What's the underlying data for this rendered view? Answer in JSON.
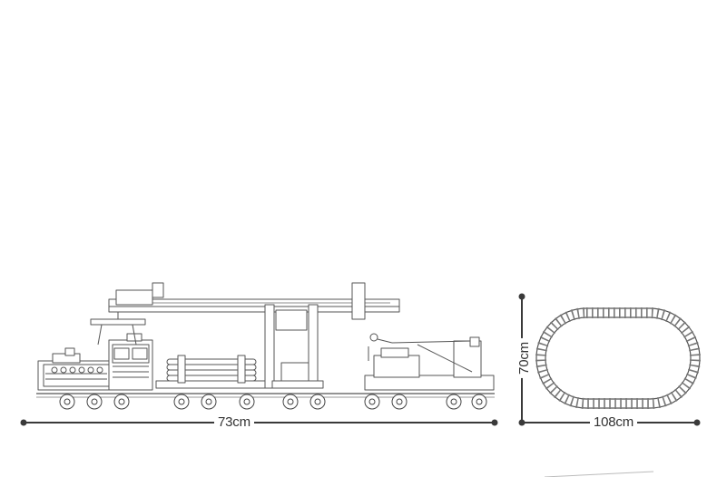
{
  "dimensions": {
    "train_length": "73cm",
    "track_height": "70cm",
    "track_width": "108cm"
  },
  "colors": {
    "line": "#555555",
    "dim_line": "#3a3a3a",
    "background": "#ffffff"
  },
  "icons": [
    "train-illustration",
    "oval-track-illustration"
  ]
}
